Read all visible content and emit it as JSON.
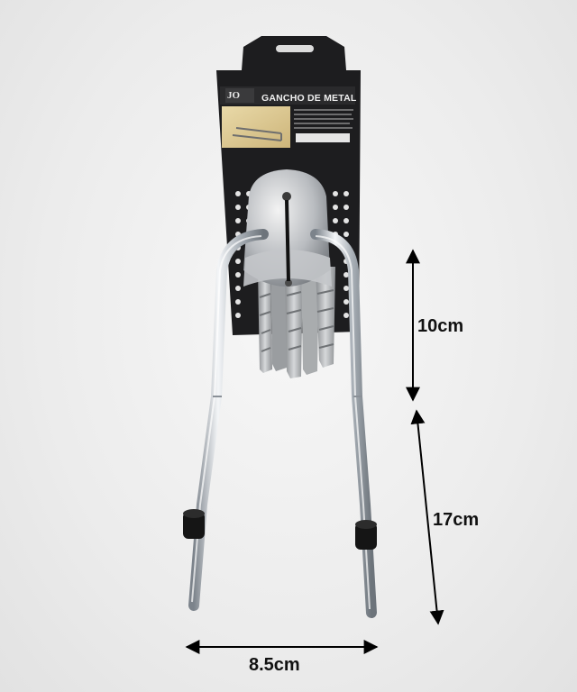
{
  "product": {
    "card_title": "GANCHO DE METAL",
    "brand_mark": "JO",
    "colors": {
      "card": "#1d1d1f",
      "wire": "#c9ced4",
      "rubber_tip": "#151515",
      "background": "#ececec"
    }
  },
  "dimensions": {
    "height_upper": "10cm",
    "height_lower": "17cm",
    "width": "8.5cm"
  }
}
